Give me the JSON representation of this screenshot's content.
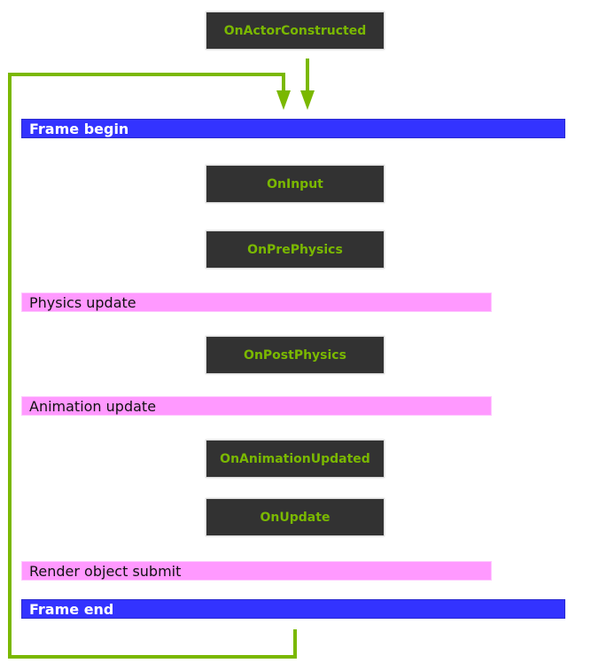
{
  "stages": {
    "on_actor_constructed": "OnActorConstructed",
    "frame_begin": "Frame begin",
    "on_input": "OnInput",
    "on_pre_physics": "OnPrePhysics",
    "physics_update": "Physics update",
    "on_post_physics": "OnPostPhysics",
    "animation_update": "Animation update",
    "on_animation_updated": "OnAnimationUpdated",
    "on_update": "OnUpdate",
    "render_object_submit": "Render object submit",
    "frame_end": "Frame end"
  },
  "colors": {
    "callback_bg": "#323232",
    "callback_text": "#7ab800",
    "frame_bar": "#3333ff",
    "engine_bar": "#ff99ff",
    "arrow": "#7ab800"
  }
}
